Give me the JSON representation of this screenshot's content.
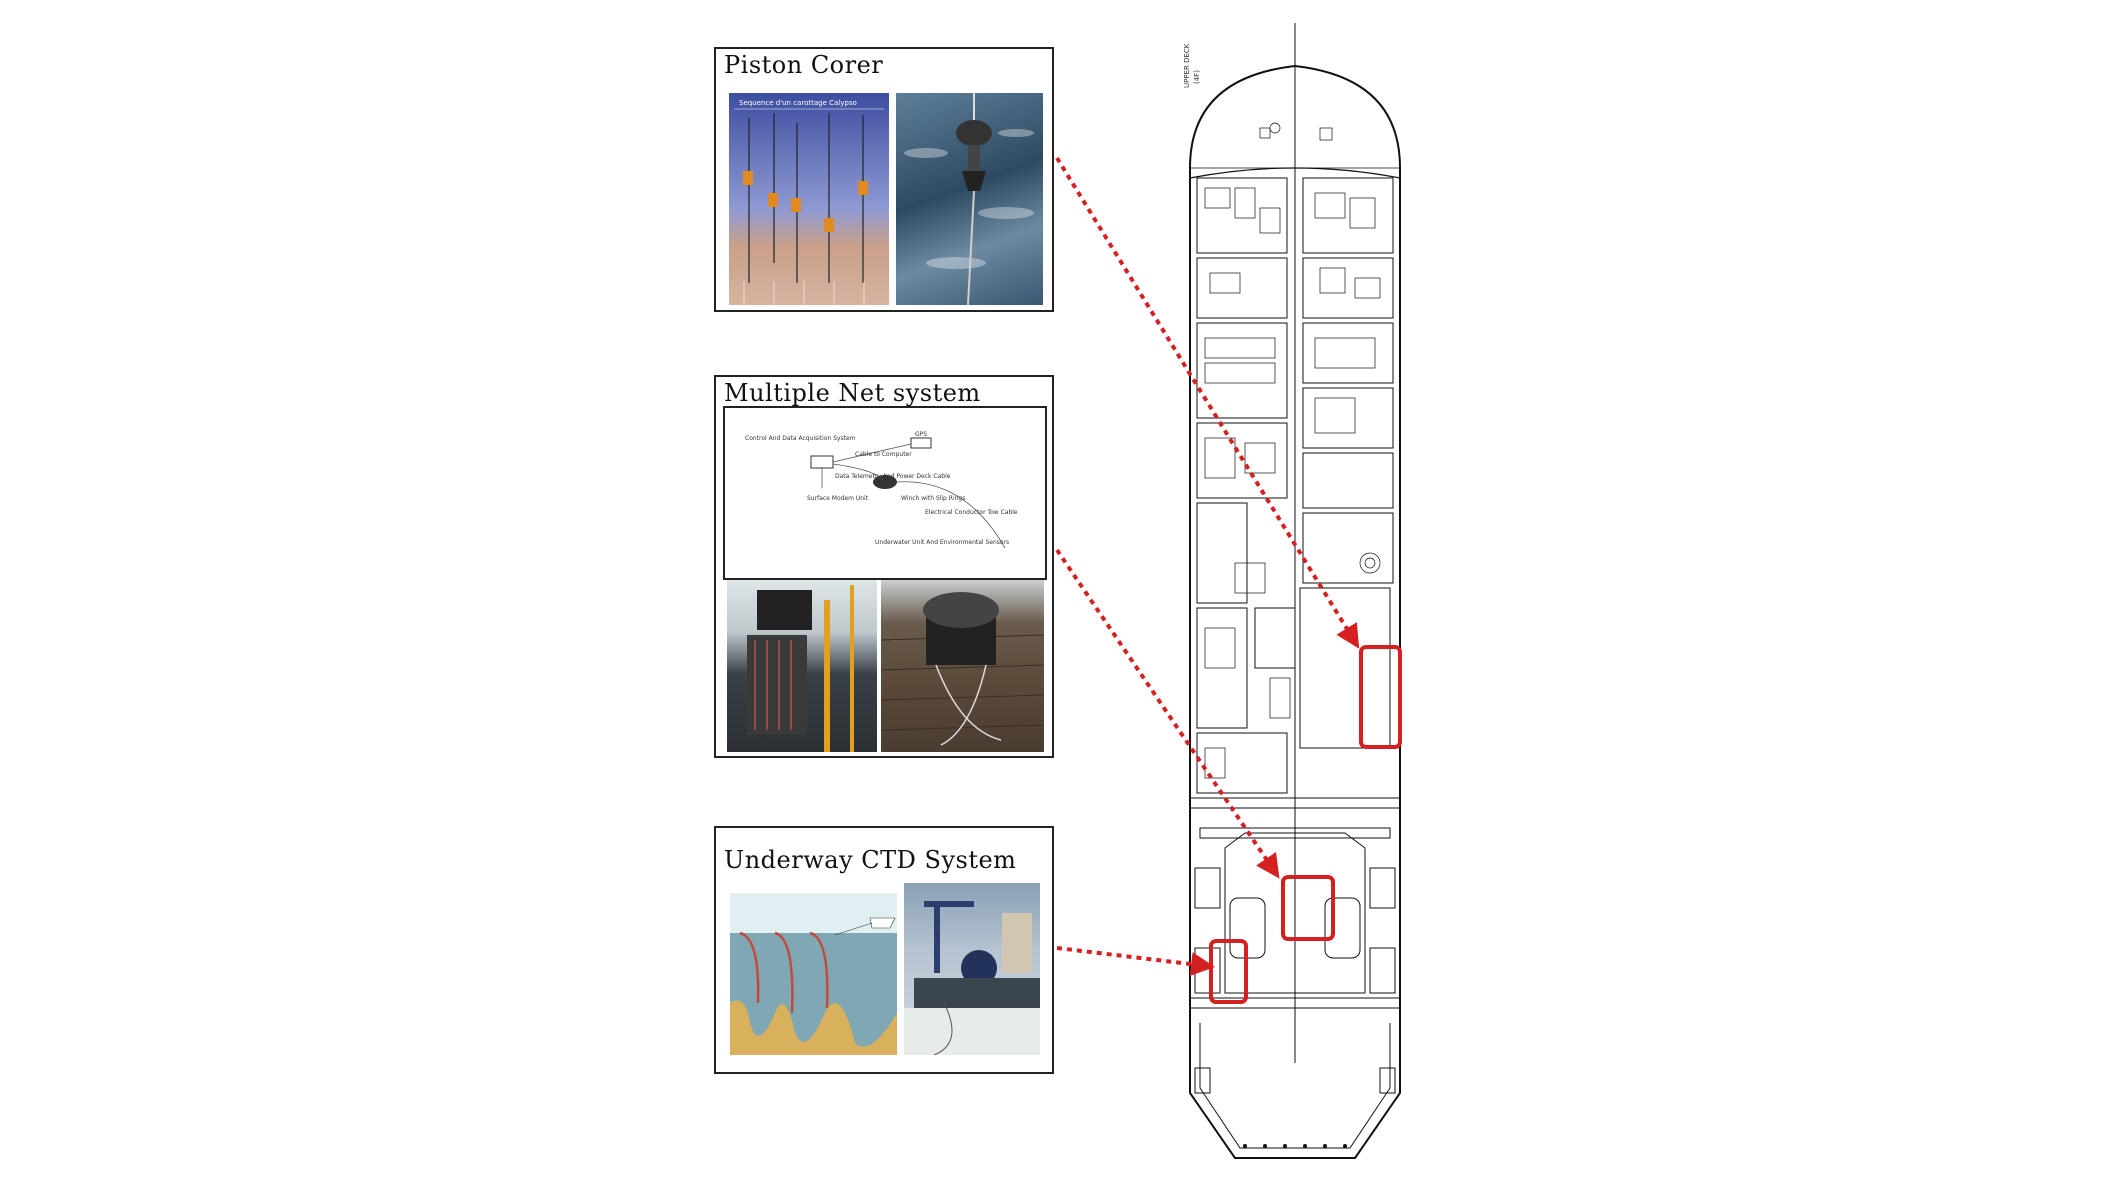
{
  "panels": {
    "piston_corer": {
      "title": "Piston Corer",
      "diagram_header": "Sequence d'un carottage Calypso"
    },
    "multiple_net": {
      "title": "Multiple Net system",
      "schematic_labels": [
        "Control And Data Acquisition System",
        "GPS",
        "Cable to Computer",
        "Data Telemetry And Power Deck Cable",
        "Surface Modem Unit",
        "Winch with Slip Rings",
        "Electrical Conductor Tow Cable",
        "Underwater Unit And Environmental Sensors"
      ]
    },
    "underway_ctd": {
      "title": "Underway CTD System"
    }
  },
  "ship_plan": {
    "deck_label": "UPPER DECK",
    "deck_sub": "(4F)"
  },
  "colors": {
    "arrow": "#d42020",
    "highlight": "#d42020",
    "border": "#222222"
  }
}
